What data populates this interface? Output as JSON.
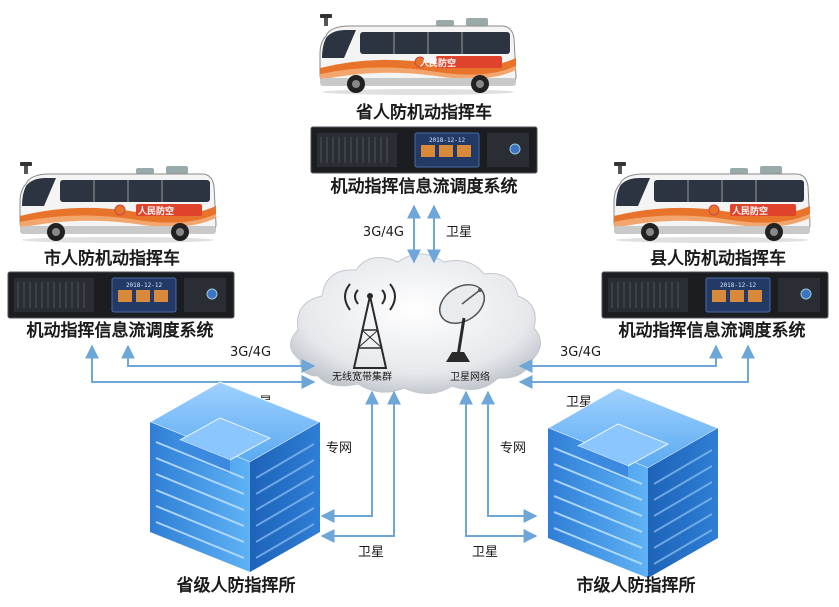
{
  "vehicles": {
    "province": {
      "name": "省人防机动指挥车",
      "system": "机动指挥信息流调度系统"
    },
    "city": {
      "name": "市人防机动指挥车",
      "system": "机动指挥信息流调度系统"
    },
    "county": {
      "name": "县人防机动指挥车",
      "system": "机动指挥信息流调度系统"
    }
  },
  "bus_text": "人民防空",
  "screen_date": "2018-12-12",
  "cloud": {
    "wireless": "无线宽带集群",
    "satellite": "卫星网络"
  },
  "links": {
    "top_cellular": "3G/4G",
    "top_satellite": "卫星",
    "left_cellular": "3G/4G",
    "left_satellite": "卫星",
    "right_cellular": "3G/4G",
    "right_satellite": "卫星",
    "left_dedicated": "专网",
    "right_dedicated": "专网",
    "bottom_left_satellite": "卫星",
    "bottom_right_satellite": "卫星"
  },
  "command_posts": {
    "province": "省级人防指挥所",
    "city": "市级人防指挥所"
  },
  "colors": {
    "arrow": "#6ea6d8",
    "bus_stripe": "#e8742c",
    "building": "#3d8fe0"
  }
}
